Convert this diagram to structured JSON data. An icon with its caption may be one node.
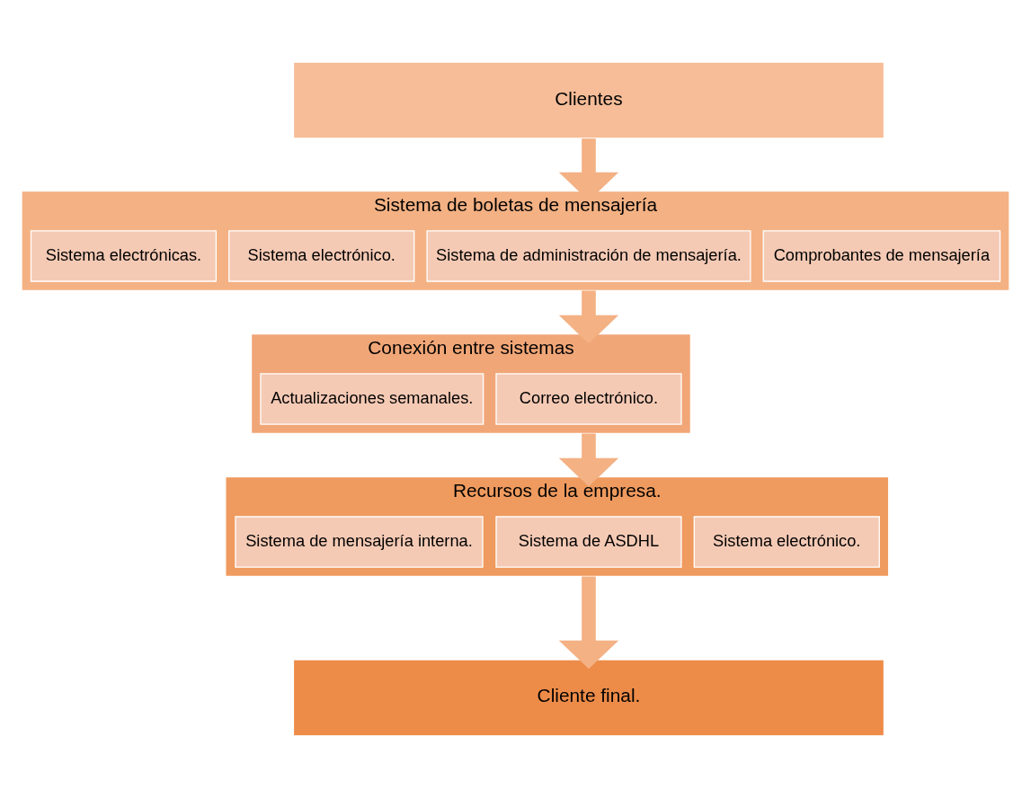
{
  "diagram": {
    "nodes": [
      {
        "text": [
          "Clientes"
        ]
      },
      {
        "text": [
          "Sistema de boletas de mensajería"
        ]
      },
      {
        "text": [
          "Sistema electrónicas."
        ],
        "in": 1
      },
      {
        "text": [
          "Sistema electrónico."
        ],
        "in": 1
      },
      {
        "text": [
          "Sistema de administración de mensajería."
        ],
        "in": 1
      },
      {
        "text": [
          "Comprobantes de mensajería"
        ],
        "in": 1
      },
      {
        "text": [
          "Conexión entre sistemas"
        ]
      },
      {
        "text": [
          "Actualizaciones semanales."
        ],
        "in": 6
      },
      {
        "text": [
          "Correo electrónico."
        ],
        "in": 6
      },
      {
        "text": [
          "Recursos de la empresa."
        ]
      },
      {
        "text": [
          "Sistema de mensajería interna."
        ],
        "in": 9
      },
      {
        "text": [
          "Sistema de ASDHL"
        ],
        "in": 9
      },
      {
        "text": [
          "Sistema electrónico."
        ],
        "in": 9
      },
      {
        "text": [
          "Cliente final."
        ]
      }
    ],
    "edges": [
      {
        "from": 0,
        "to": 1,
        "arrow": "to"
      },
      {
        "from": 1,
        "to": 6,
        "arrow": "to"
      },
      {
        "from": 6,
        "to": 9,
        "arrow": "to"
      },
      {
        "from": 9,
        "to": 13,
        "arrow": "to"
      }
    ]
  }
}
